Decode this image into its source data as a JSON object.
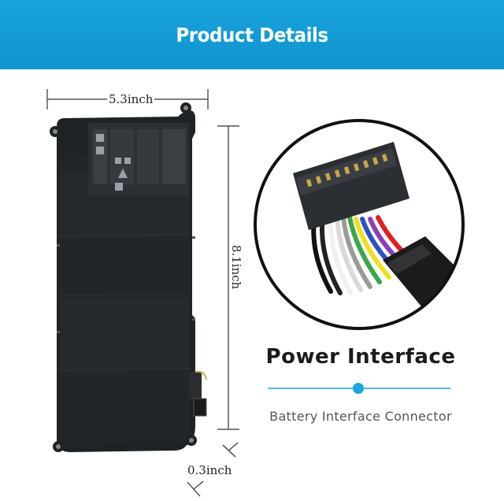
{
  "banner": {
    "title": "Product Details",
    "color": "#139ad6"
  },
  "dimensions": {
    "width": "5.3inch",
    "height": "8.1inch",
    "depth": "0.3inch"
  },
  "connector": {
    "title": "Power Interface",
    "subtitle": "Battery Interface Connector",
    "accent": "#1aa6d9"
  }
}
